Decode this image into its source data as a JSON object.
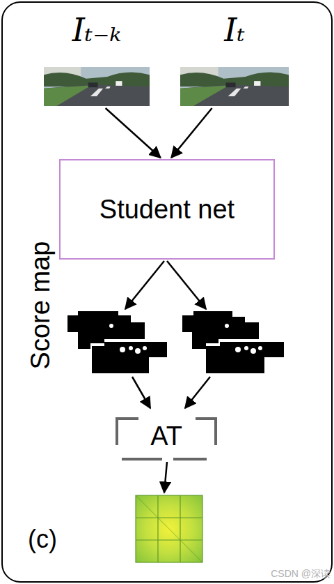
{
  "diagram": {
    "nodes": [
      {
        "text": [
          "Iₜ₋ₖ"
        ]
      },
      {
        "text": [
          "Iₜ"
        ]
      },
      {
        "text": [
          "Student net"
        ]
      },
      {
        "text": [
          "AT"
        ]
      }
    ],
    "edges": [
      {
        "from": 0,
        "to": 2,
        "arrow": "to"
      },
      {
        "from": 1,
        "to": 2,
        "arrow": "to"
      }
    ],
    "labels": [
      "Score map",
      "(c)",
      "CSDN @深读"
    ]
  }
}
